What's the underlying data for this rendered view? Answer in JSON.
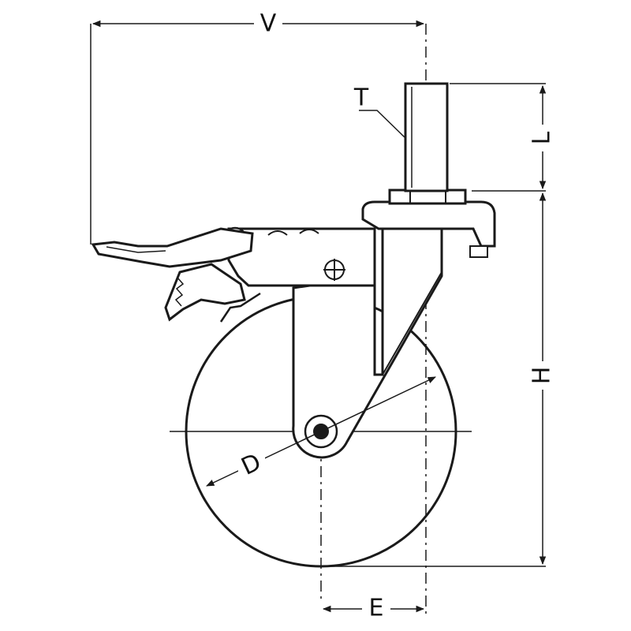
{
  "diagram": {
    "labels": {
      "width_total": "V",
      "thread": "T",
      "thread_length": "L",
      "height": "H",
      "wheel_diameter": "D",
      "offset": "E"
    },
    "line_color": "#1a1a1a",
    "background": "#ffffff"
  }
}
